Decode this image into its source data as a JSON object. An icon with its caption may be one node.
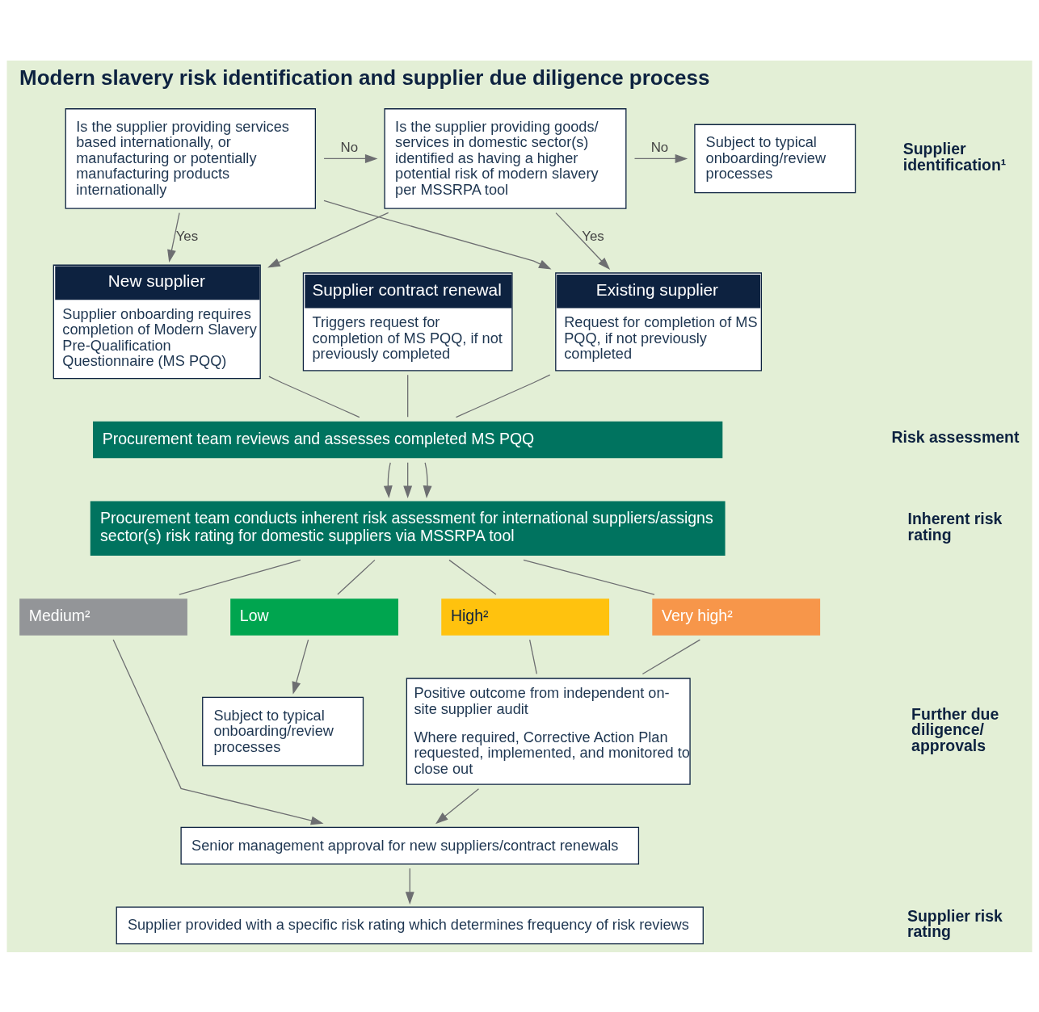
{
  "diagram": {
    "title": "Modern slavery risk identification and supplier due diligence process",
    "nodes": [
      {
        "text": [
          "Is the supplier providing services based internationally, or manufacturing or potentially manufacturing products internationally"
        ]
      },
      {
        "text": [
          "Is the supplier providing goods/ services in domestic sector(s) identified as having a higher potential risk of modern slavery per MSSRPA tool"
        ]
      },
      {
        "text": [
          "Subject to typical onboarding/review processes"
        ]
      },
      {
        "text": [
          "New supplier",
          "Supplier onboarding requires completion of Modern Slavery Pre-Qualification Questionnaire (MS PQQ)"
        ]
      },
      {
        "text": [
          "Supplier contract renewal",
          "Triggers request for completion of MS PQQ, if not previously completed"
        ]
      },
      {
        "text": [
          "Existing supplier",
          "Request for completion of MS PQQ, if not previously completed"
        ]
      },
      {
        "text": [
          "Procurement team reviews and assesses completed MS PQQ"
        ]
      },
      {
        "text": [
          "Procurement team conducts inherent risk assessment for international suppliers/assigns sector(s) risk rating for domestic suppliers via MSSRPA tool"
        ]
      },
      {
        "text": [
          "Low"
        ]
      },
      {
        "text": [
          "Medium²"
        ]
      },
      {
        "text": [
          "High²"
        ]
      },
      {
        "text": [
          "Very high²"
        ]
      },
      {
        "text": [
          "Subject to typical onboarding/review processes"
        ]
      },
      {
        "text": [
          "Positive outcome from independent on-site supplier audit",
          "Where required, Corrective Action Plan requested, implemented, and monitored to close out"
        ]
      },
      {
        "text": [
          "Senior management approval for new suppliers/contract renewals"
        ]
      },
      {
        "text": [
          "Supplier provided with a specific risk rating which determines frequency of risk reviews"
        ]
      }
    ],
    "edges": [
      {
        "from": 0,
        "to": 1,
        "arrow": "to",
        "label": "No"
      },
      {
        "from": 1,
        "to": 2,
        "arrow": "to",
        "label": "No"
      },
      {
        "from": 0,
        "to": 3,
        "arrow": "to",
        "label": "Yes"
      },
      {
        "from": 0,
        "to": 5,
        "arrow": "to"
      },
      {
        "from": 1,
        "to": 3,
        "arrow": "to"
      },
      {
        "from": 1,
        "to": 5,
        "arrow": "to",
        "label": "Yes"
      },
      {
        "from": 3,
        "to": 6,
        "arrow": "none"
      },
      {
        "from": 4,
        "to": 6,
        "arrow": "none"
      },
      {
        "from": 5,
        "to": 6,
        "arrow": "none"
      },
      {
        "from": 6,
        "to": 7,
        "arrow": "to"
      },
      {
        "from": 6,
        "to": 7,
        "arrow": "to"
      },
      {
        "from": 6,
        "to": 7,
        "arrow": "to"
      },
      {
        "from": 7,
        "to": 8,
        "arrow": "none"
      },
      {
        "from": 7,
        "to": 9,
        "arrow": "none"
      },
      {
        "from": 7,
        "to": 10,
        "arrow": "none"
      },
      {
        "from": 7,
        "to": 11,
        "arrow": "none"
      },
      {
        "from": 8,
        "to": 12,
        "arrow": "to"
      },
      {
        "from": 9,
        "to": 14,
        "arrow": "to"
      },
      {
        "from": 10,
        "to": 13,
        "arrow": "none"
      },
      {
        "from": 11,
        "to": 13,
        "arrow": "none"
      },
      {
        "from": 13,
        "to": 14,
        "arrow": "to"
      },
      {
        "from": 14,
        "to": 15,
        "arrow": "to"
      }
    ],
    "labels": [
      "Supplier identification¹",
      "Risk assessment",
      "Inherent risk rating",
      "Further due diligence/ approvals",
      "Supplier risk rating"
    ]
  }
}
